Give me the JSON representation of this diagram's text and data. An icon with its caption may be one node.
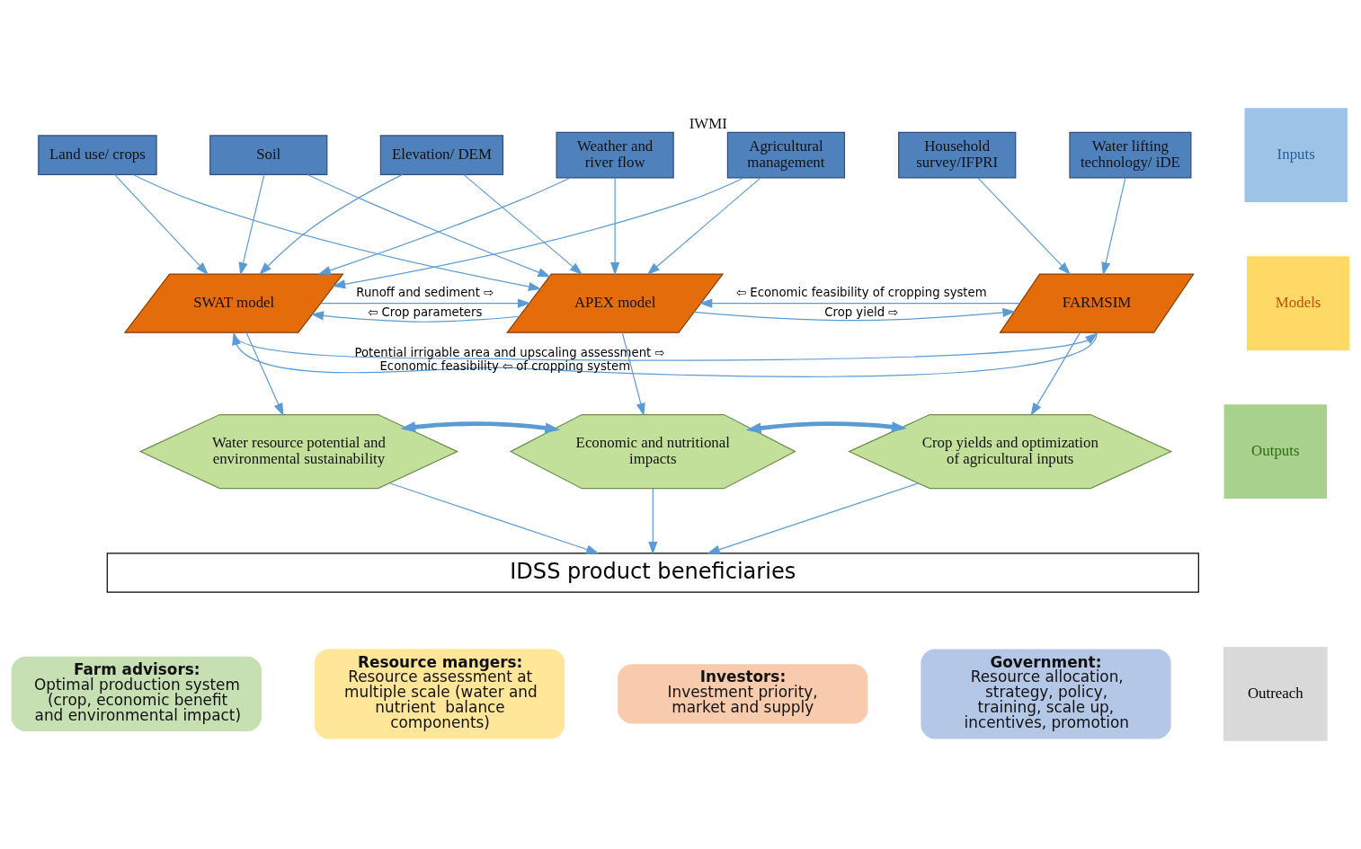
{
  "diagram": {
    "nodes": [
      {
        "text": [
          "Land use/ crops"
        ]
      },
      {
        "text": [
          "Soil"
        ]
      },
      {
        "text": [
          "Elevation/ DEM"
        ]
      },
      {
        "text": [
          "Weather and river flow"
        ]
      },
      {
        "text": [
          "Agricultural management"
        ],
        "beside": [
          "IWMI"
        ]
      },
      {
        "text": [
          "Household survey/IFPRI"
        ]
      },
      {
        "text": [
          "Water lifting technology/ iDE"
        ]
      },
      {
        "text": [
          "SWAT model"
        ]
      },
      {
        "text": [
          "APEX model"
        ]
      },
      {
        "text": [
          "FARMSIM"
        ]
      },
      {
        "text": [
          "Water resource potential and environmental sustainability"
        ]
      },
      {
        "text": [
          "Economic and nutritional impacts"
        ]
      },
      {
        "text": [
          "Crop yields and optimization of agricultural inputs"
        ]
      },
      {
        "text": [
          "IDSS product beneficiaries"
        ]
      },
      {
        "text": [
          "Farm advisors:",
          "Optimal production system (crop, economic benefit and environmental impact)"
        ]
      },
      {
        "text": [
          "Resource mangers:",
          "Resource assessment at multiple scale (water and nutrient  balance components)"
        ]
      },
      {
        "text": [
          "Investors:",
          "Investment priority, market and supply"
        ]
      },
      {
        "text": [
          "Government:",
          "Resource allocation, strategy, policy, training, scale up, incentives, promotion"
        ]
      },
      {
        "text": [
          "Inputs"
        ]
      },
      {
        "text": [
          "Models"
        ]
      },
      {
        "text": [
          "Outputs"
        ]
      },
      {
        "text": [
          "Outreach"
        ]
      }
    ],
    "edges": [
      {
        "from": 0,
        "to": 7,
        "arrow": "to"
      },
      {
        "from": 1,
        "to": 7,
        "arrow": "to"
      },
      {
        "from": 2,
        "to": 7,
        "arrow": "to"
      },
      {
        "from": 3,
        "to": 7,
        "arrow": "to"
      },
      {
        "from": 4,
        "to": 7,
        "arrow": "to"
      },
      {
        "from": 0,
        "to": 8,
        "arrow": "to"
      },
      {
        "from": 1,
        "to": 8,
        "arrow": "to"
      },
      {
        "from": 2,
        "to": 8,
        "arrow": "to"
      },
      {
        "from": 3,
        "to": 8,
        "arrow": "to"
      },
      {
        "from": 4,
        "to": 8,
        "arrow": "to"
      },
      {
        "from": 5,
        "to": 9,
        "arrow": "to"
      },
      {
        "from": 6,
        "to": 9,
        "arrow": "to"
      },
      {
        "from": 8,
        "to": 7,
        "arrow": "to",
        "label": "⇦ Crop parameters"
      },
      {
        "from": 7,
        "to": 8,
        "arrow": "to",
        "label": "Runoff and sediment ⇨"
      },
      {
        "from": 8,
        "to": 9,
        "arrow": "to",
        "label": "Crop yield ⇨"
      },
      {
        "from": 9,
        "to": 8,
        "arrow": "to",
        "label": "⇦ Economic feasibility of cropping system"
      },
      {
        "from": 7,
        "to": 9,
        "arrow": "to",
        "label": "Potential irrigable area and upscaling assessment ⇨"
      },
      {
        "from": 9,
        "to": 7,
        "arrow": "to",
        "label": "Economic feasibility ⇦ of cropping system"
      },
      {
        "from": 7,
        "to": 10,
        "arrow": "to"
      },
      {
        "from": 8,
        "to": 11,
        "arrow": "to"
      },
      {
        "from": 9,
        "to": 12,
        "arrow": "to"
      },
      {
        "from": 10,
        "to": 11,
        "arrow": "both",
        "style": "thick"
      },
      {
        "from": 11,
        "to": 12,
        "arrow": "both",
        "style": "thick"
      },
      {
        "from": 10,
        "to": 13,
        "arrow": "to"
      },
      {
        "from": 11,
        "to": 13,
        "arrow": "to"
      },
      {
        "from": 12,
        "to": 13,
        "arrow": "to"
      }
    ]
  }
}
